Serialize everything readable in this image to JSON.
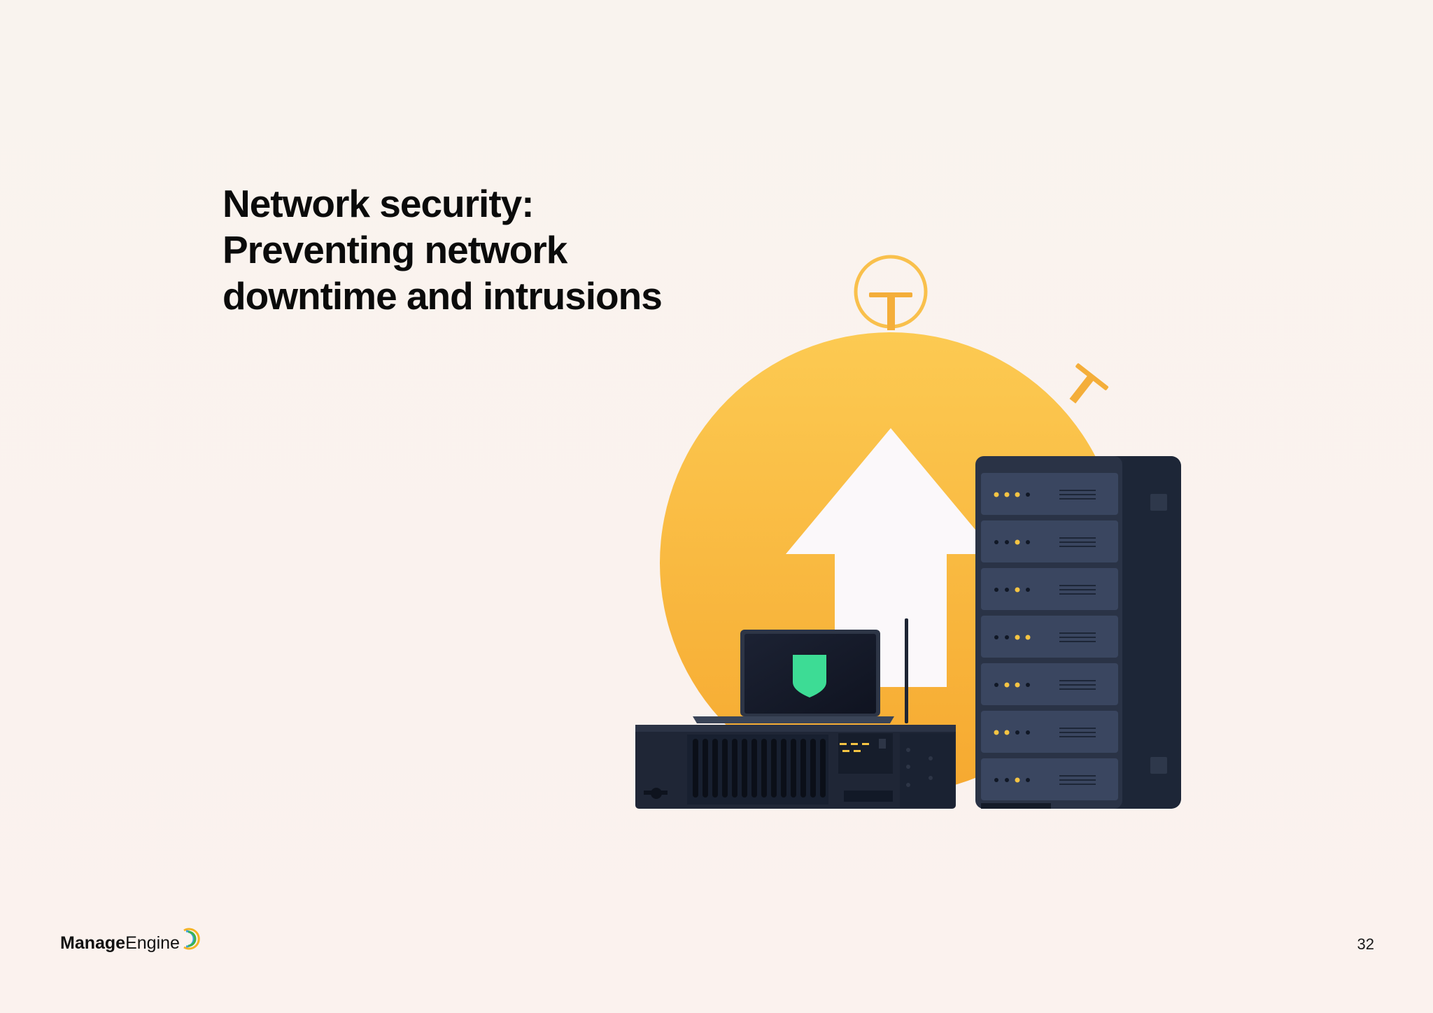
{
  "title": {
    "line1": "Network security:",
    "line2": "Preventing network",
    "line3": "downtime and intrusions"
  },
  "footer": {
    "logo_bold": "Manage",
    "logo_light": "Engine",
    "page_number": "32"
  },
  "illustration": {
    "icons": [
      "stopwatch-icon",
      "up-arrow-icon",
      "laptop-icon",
      "shield-icon",
      "router-icon",
      "server-rack-icon"
    ],
    "colors": {
      "stopwatch": "#f9b93e",
      "arrow": "#fbf8fa",
      "hardware": "#1f2838",
      "shield": "#3ddc95",
      "led": "#f5c443"
    }
  }
}
